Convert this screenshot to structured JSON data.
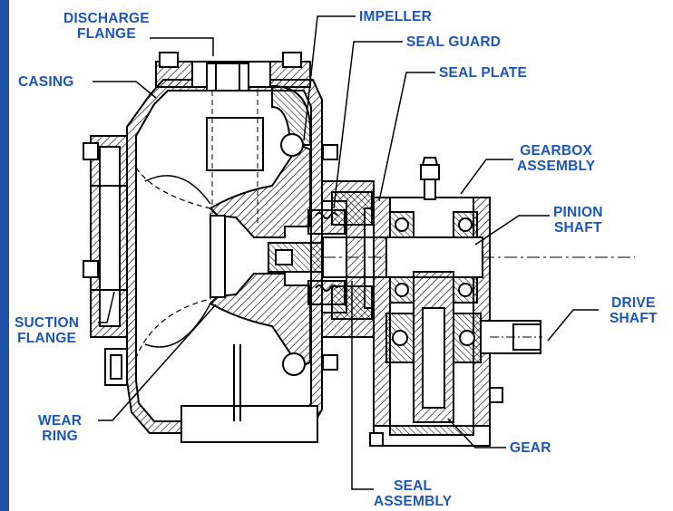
{
  "labels": {
    "discharge_flange": [
      "DISCHARGE",
      "FLANGE"
    ],
    "casing": "CASING",
    "impeller": "IMPELLER",
    "seal_guard": "SEAL GUARD",
    "seal_plate": "SEAL PLATE",
    "gearbox_assembly": [
      "GEARBOX",
      "ASSEMBLY"
    ],
    "pinion_shaft": [
      "PINION",
      "SHAFT"
    ],
    "drive_shaft": [
      "DRIVE",
      "SHAFT"
    ],
    "suction_flange": [
      "SUCTION",
      "FLANGE"
    ],
    "wear_ring": [
      "WEAR",
      "RING"
    ],
    "gear": "GEAR",
    "seal_assembly": [
      "SEAL",
      "ASSEMBLY"
    ]
  },
  "colors": {
    "label_text": "#1b56b8",
    "side_bar": "#1f4fa6",
    "drawing_line": "#000000"
  }
}
